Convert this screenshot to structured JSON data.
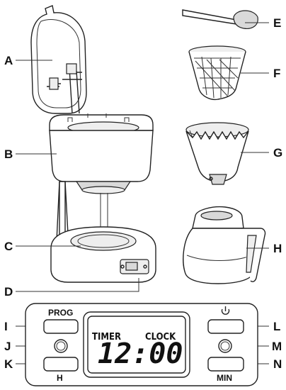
{
  "callouts": {
    "A": "A",
    "B": "B",
    "C": "C",
    "D": "D",
    "E": "E",
    "F": "F",
    "G": "G",
    "H": "H",
    "I": "I",
    "J": "J",
    "K": "K",
    "L": "L",
    "M": "M",
    "N": "N"
  },
  "panel": {
    "prog_label": "PROG",
    "h_label": "H",
    "min_label": "MIN",
    "power_icon": "power-icon",
    "display": {
      "timer_label": "TIMER",
      "clock_label": "CLOCK",
      "time": "12:00"
    }
  }
}
